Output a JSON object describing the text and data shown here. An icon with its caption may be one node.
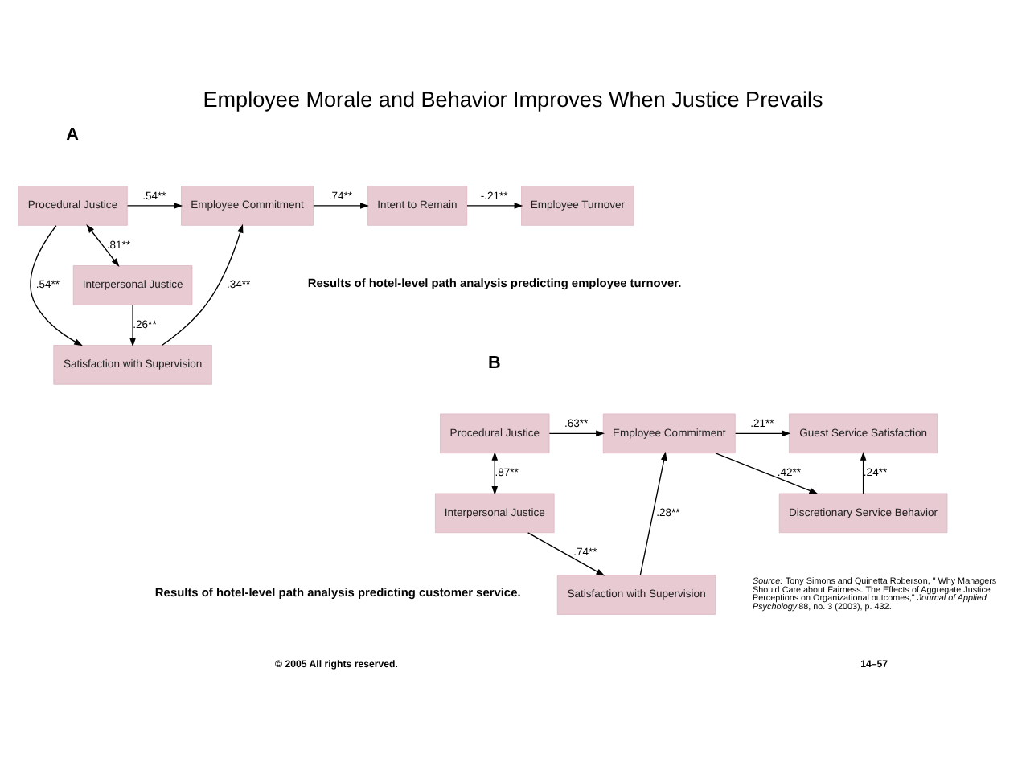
{
  "diagram": {
    "title": "Employee Morale and Behavior Improves When Justice Prevails",
    "nodes": [
      {
        "text": [
          "Procedural Justice"
        ]
      },
      {
        "text": [
          "Employee Commitment"
        ]
      },
      {
        "text": [
          "Intent to Remain"
        ]
      },
      {
        "text": [
          "Employee Turnover"
        ]
      },
      {
        "text": [
          "Satisfaction with Supervision"
        ]
      },
      {
        "text": [
          "Interpersonal Justice"
        ]
      },
      {
        "text": [
          "Procedural Justice"
        ]
      },
      {
        "text": [
          "Employee Commitment"
        ]
      },
      {
        "text": [
          "Guest Service Satisfaction"
        ]
      },
      {
        "text": [
          "Discretionary Service Behavior"
        ]
      },
      {
        "text": [
          "Satisfaction with Supervision"
        ]
      },
      {
        "text": [
          "Interpersonal Justice"
        ]
      }
    ],
    "edges": [
      {
        "from": 0,
        "to": 1,
        "arrow": "to",
        "label": ".54**"
      },
      {
        "from": 1,
        "to": 2,
        "arrow": "to",
        "label": ".74**"
      },
      {
        "from": 2,
        "to": 3,
        "arrow": "to",
        "label": "-.21**"
      },
      {
        "from": 0,
        "to": 4,
        "arrow": "to",
        "label": ".54**"
      },
      {
        "from": 4,
        "to": 1,
        "arrow": "to",
        "label": ".34**"
      },
      {
        "from": 0,
        "to": 5,
        "arrow": "both",
        "label": ".81**"
      },
      {
        "from": 5,
        "to": 4,
        "arrow": "to",
        "label": ".26**"
      },
      {
        "from": 6,
        "to": 7,
        "arrow": "to",
        "label": ".63**"
      },
      {
        "from": 7,
        "to": 8,
        "arrow": "to",
        "label": ".21**"
      },
      {
        "from": 7,
        "to": 9,
        "arrow": "to",
        "label": ".42**"
      },
      {
        "from": 9,
        "to": 8,
        "arrow": "to",
        "label": ".24**"
      },
      {
        "from": 10,
        "to": 7,
        "arrow": "to",
        "label": ".28**"
      },
      {
        "from": 6,
        "to": 11,
        "arrow": "both",
        "label": ".87**"
      },
      {
        "from": 11,
        "to": 10,
        "arrow": "to",
        "label": ".74**"
      }
    ],
    "labels": [
      "A",
      "Results of hotel-level path analysis predicting employee turnover.",
      "B",
      "Results of hotel-level path analysis predicting customer service.",
      "*Source:* Tony Simons and Quinetta Roberson, \" Why Managers Should Care about Fairness. The Effects of Aggregate Justice Perceptions on Organizational outcomes,\" *Journal of Applied Psychology* 88, no. 3 (2003), p. 432.",
      "© 2005 All rights reserved.",
      "14–57"
    ]
  }
}
